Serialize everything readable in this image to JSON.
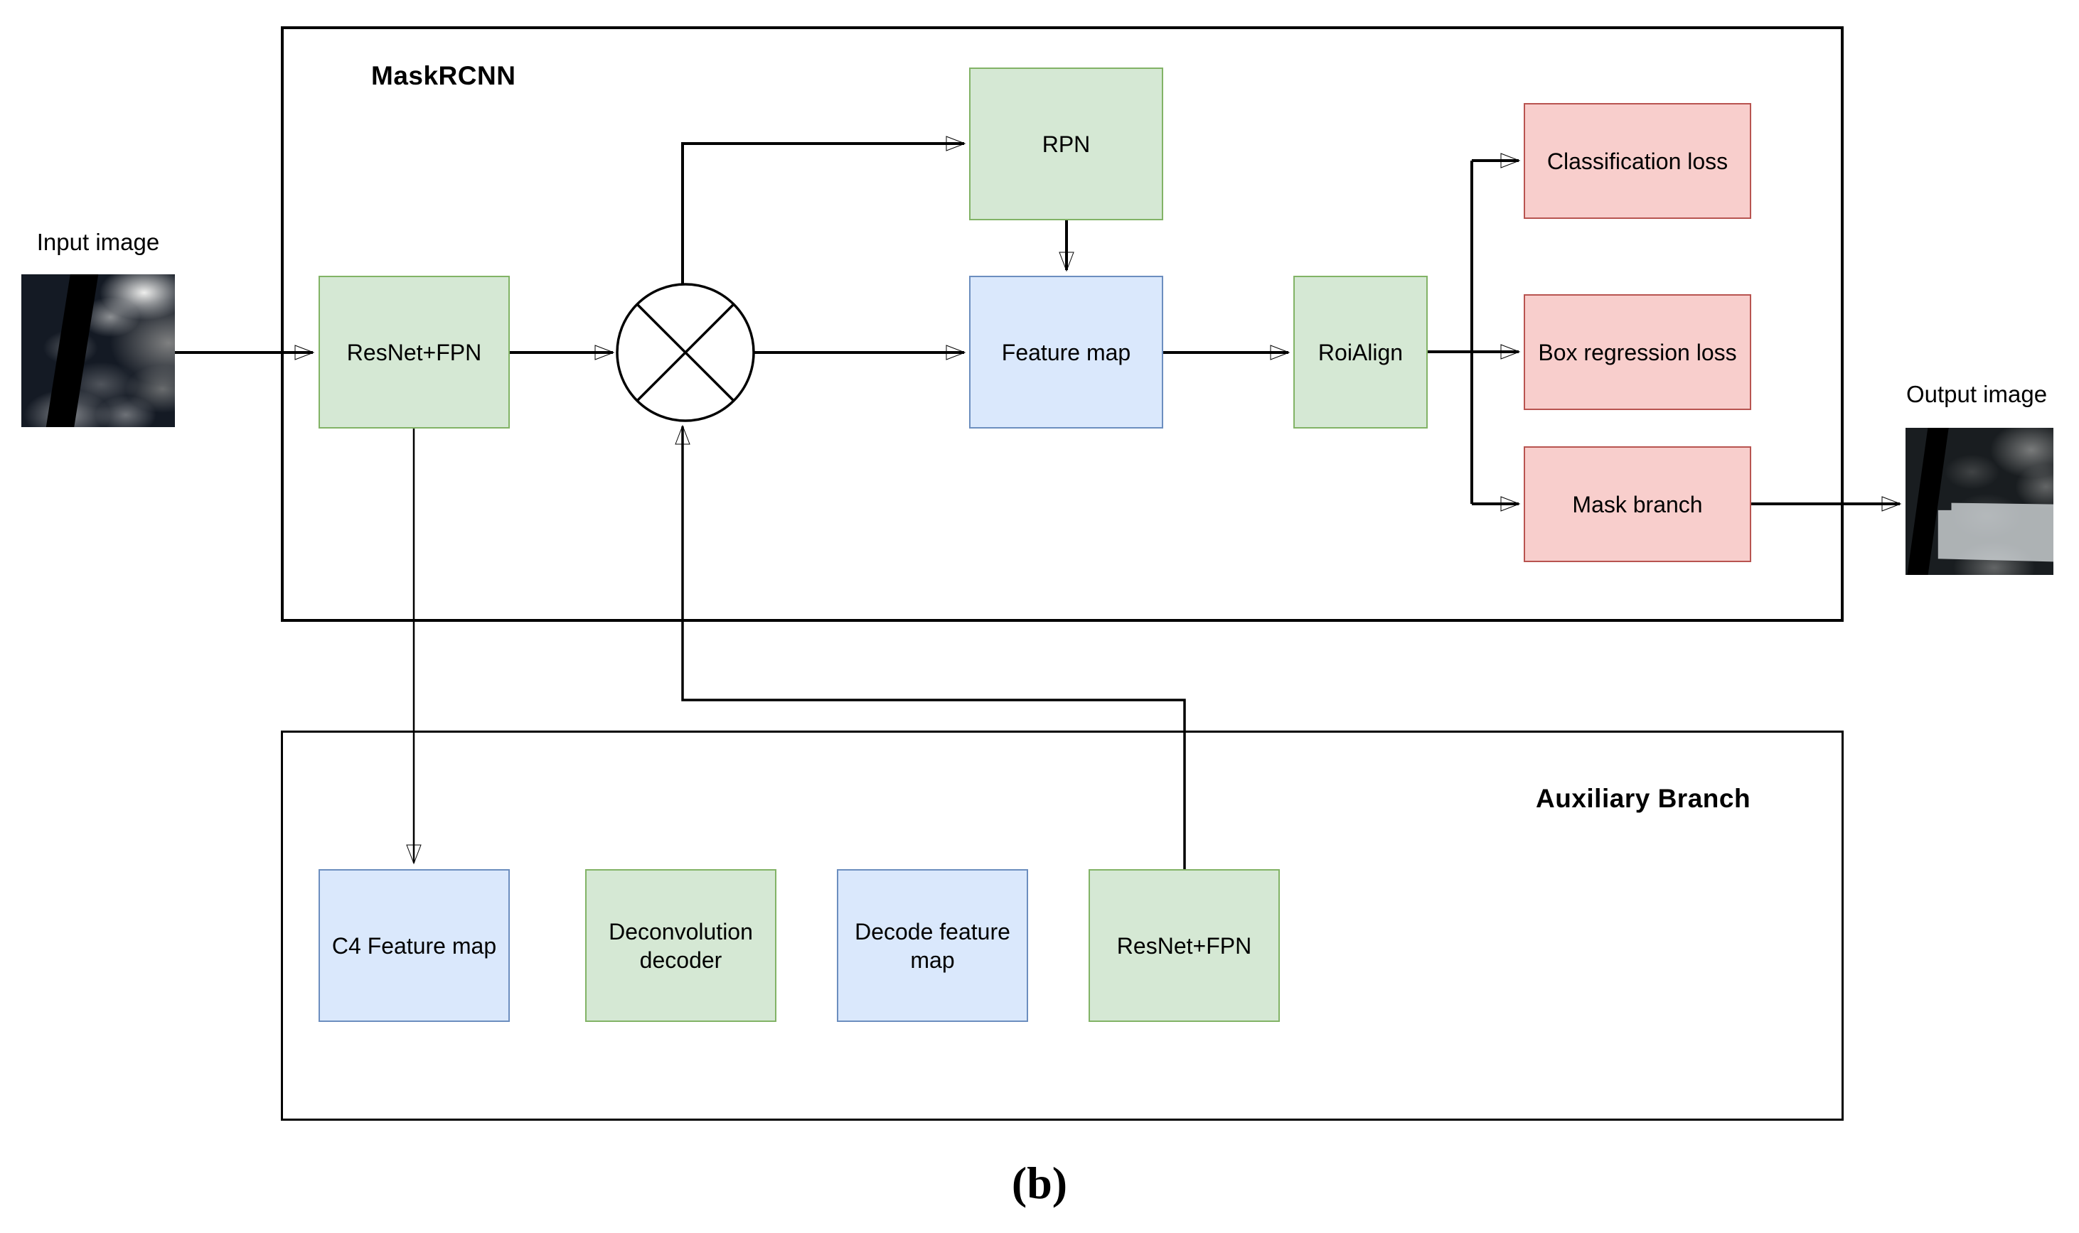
{
  "figure": {
    "caption": "(b)",
    "io": {
      "input_label": "Input image",
      "output_label": "Output image"
    },
    "maskrcnn": {
      "title": "MaskRCNN",
      "nodes": {
        "resnet_fpn": "ResNet+FPN",
        "rpn": "RPN",
        "feature_map": "Feature map",
        "roi_align": "RoiAlign",
        "classification_loss": "Classification loss",
        "box_regression_loss": "Box regression loss",
        "mask_branch": "Mask branch"
      }
    },
    "auxiliary": {
      "title": "Auxiliary Branch",
      "nodes": {
        "c4_feature_map": "C4 Feature map",
        "deconvolution_decoder": "Deconvolution decoder",
        "decode_feature_map": "Decode feature map",
        "resnet_fpn": "ResNet+FPN"
      }
    },
    "icons": {
      "operator": "multiply-junction-icon"
    },
    "colors": {
      "node_green_fill": "#d5e8d4",
      "node_green_border": "#82b366",
      "node_blue_fill": "#dae8fc",
      "node_blue_border": "#6c8ebf",
      "node_red_fill": "#f8cecc",
      "node_red_border": "#b85450",
      "connector": "#000000"
    }
  }
}
